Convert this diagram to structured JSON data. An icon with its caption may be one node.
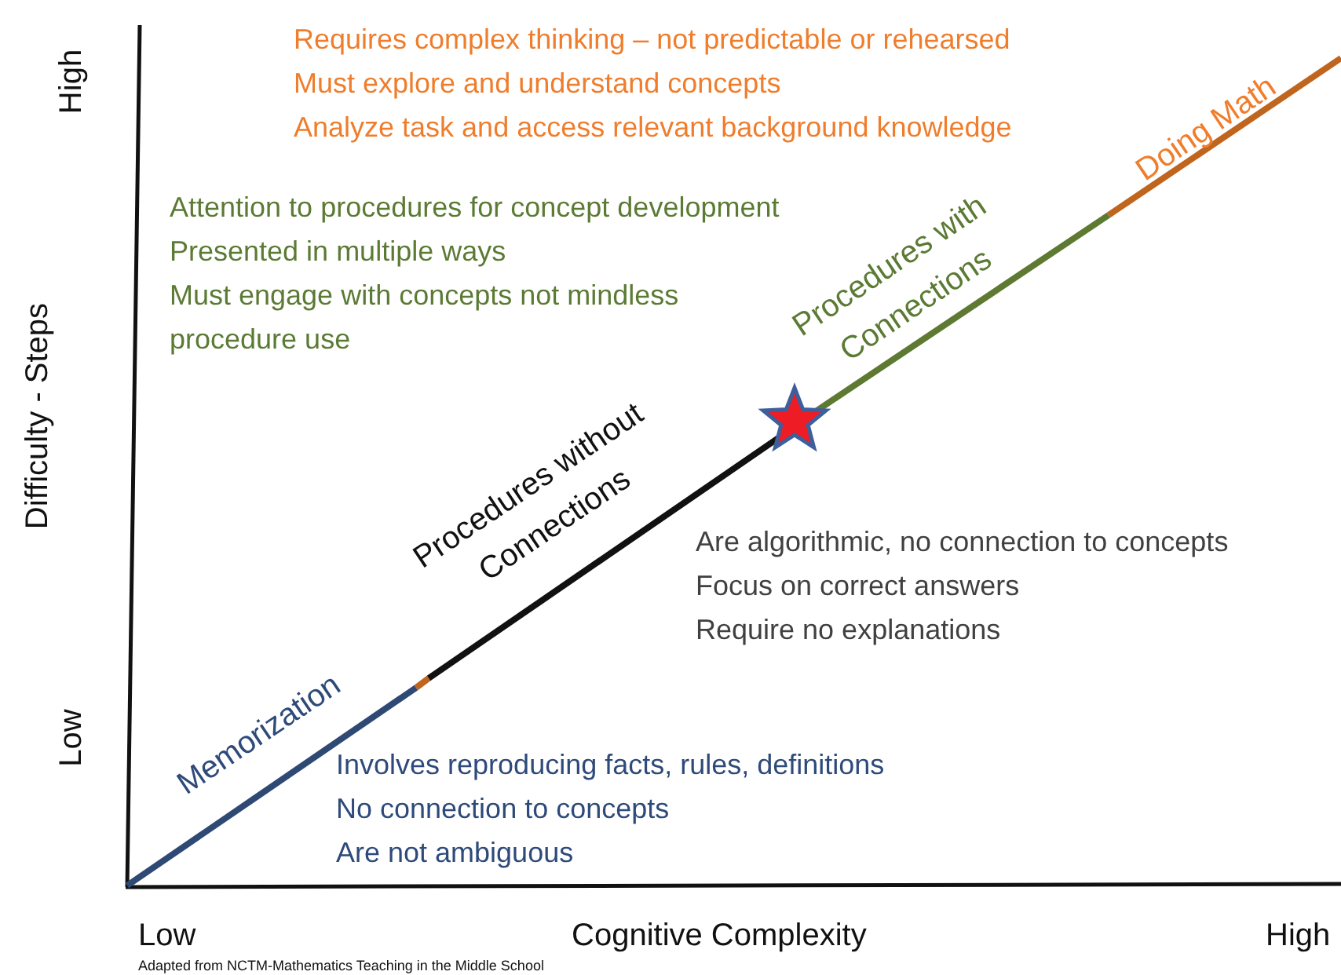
{
  "diagram": {
    "labels": [
      "Requires complex thinking – not predictable or rehearsed",
      "Must explore and understand concepts",
      "Analyze task and access relevant background knowledge",
      "High",
      "Doing Math",
      "Attention to procedures for concept development",
      "Presented in multiple ways",
      "Must engage with concepts not mindless procedure use",
      "Procedures with Connections",
      "Difficulty - Steps",
      "Procedures without Connections",
      "Are algorithmic, no connection to concepts",
      "Focus on correct answers",
      "Require no explanations",
      "Low",
      "Memorization",
      "Involves reproducing facts, rules, definitions",
      "No connection to concepts",
      "Are not ambiguous",
      "Low",
      "Cognitive Complexity",
      "High",
      "Adapted from NCTM-Mathematics Teaching in the Middle School"
    ]
  }
}
